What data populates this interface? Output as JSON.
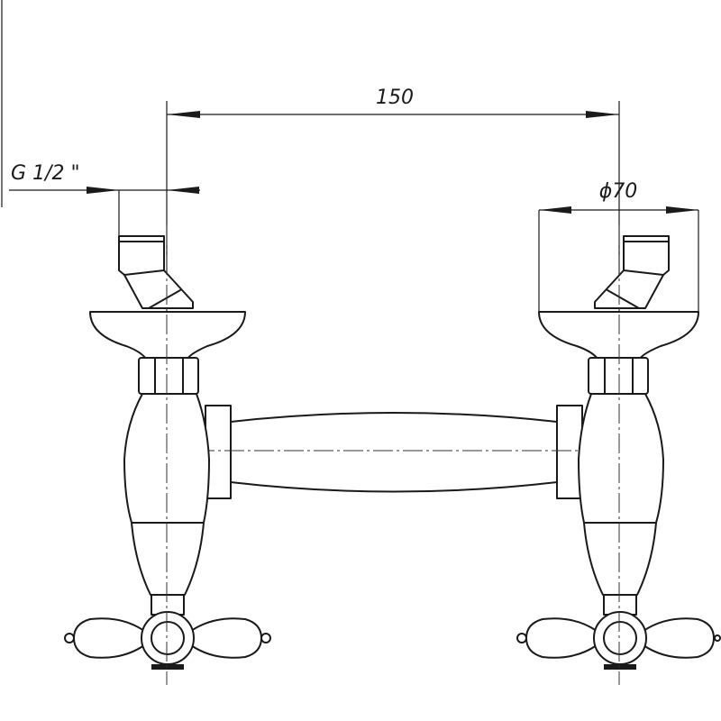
{
  "dimensions": {
    "spacing": "150",
    "thread": "G 1/2 \"",
    "diameter": "ϕ70"
  },
  "colors": {
    "line": "#1a1a1a",
    "background": "#ffffff"
  }
}
